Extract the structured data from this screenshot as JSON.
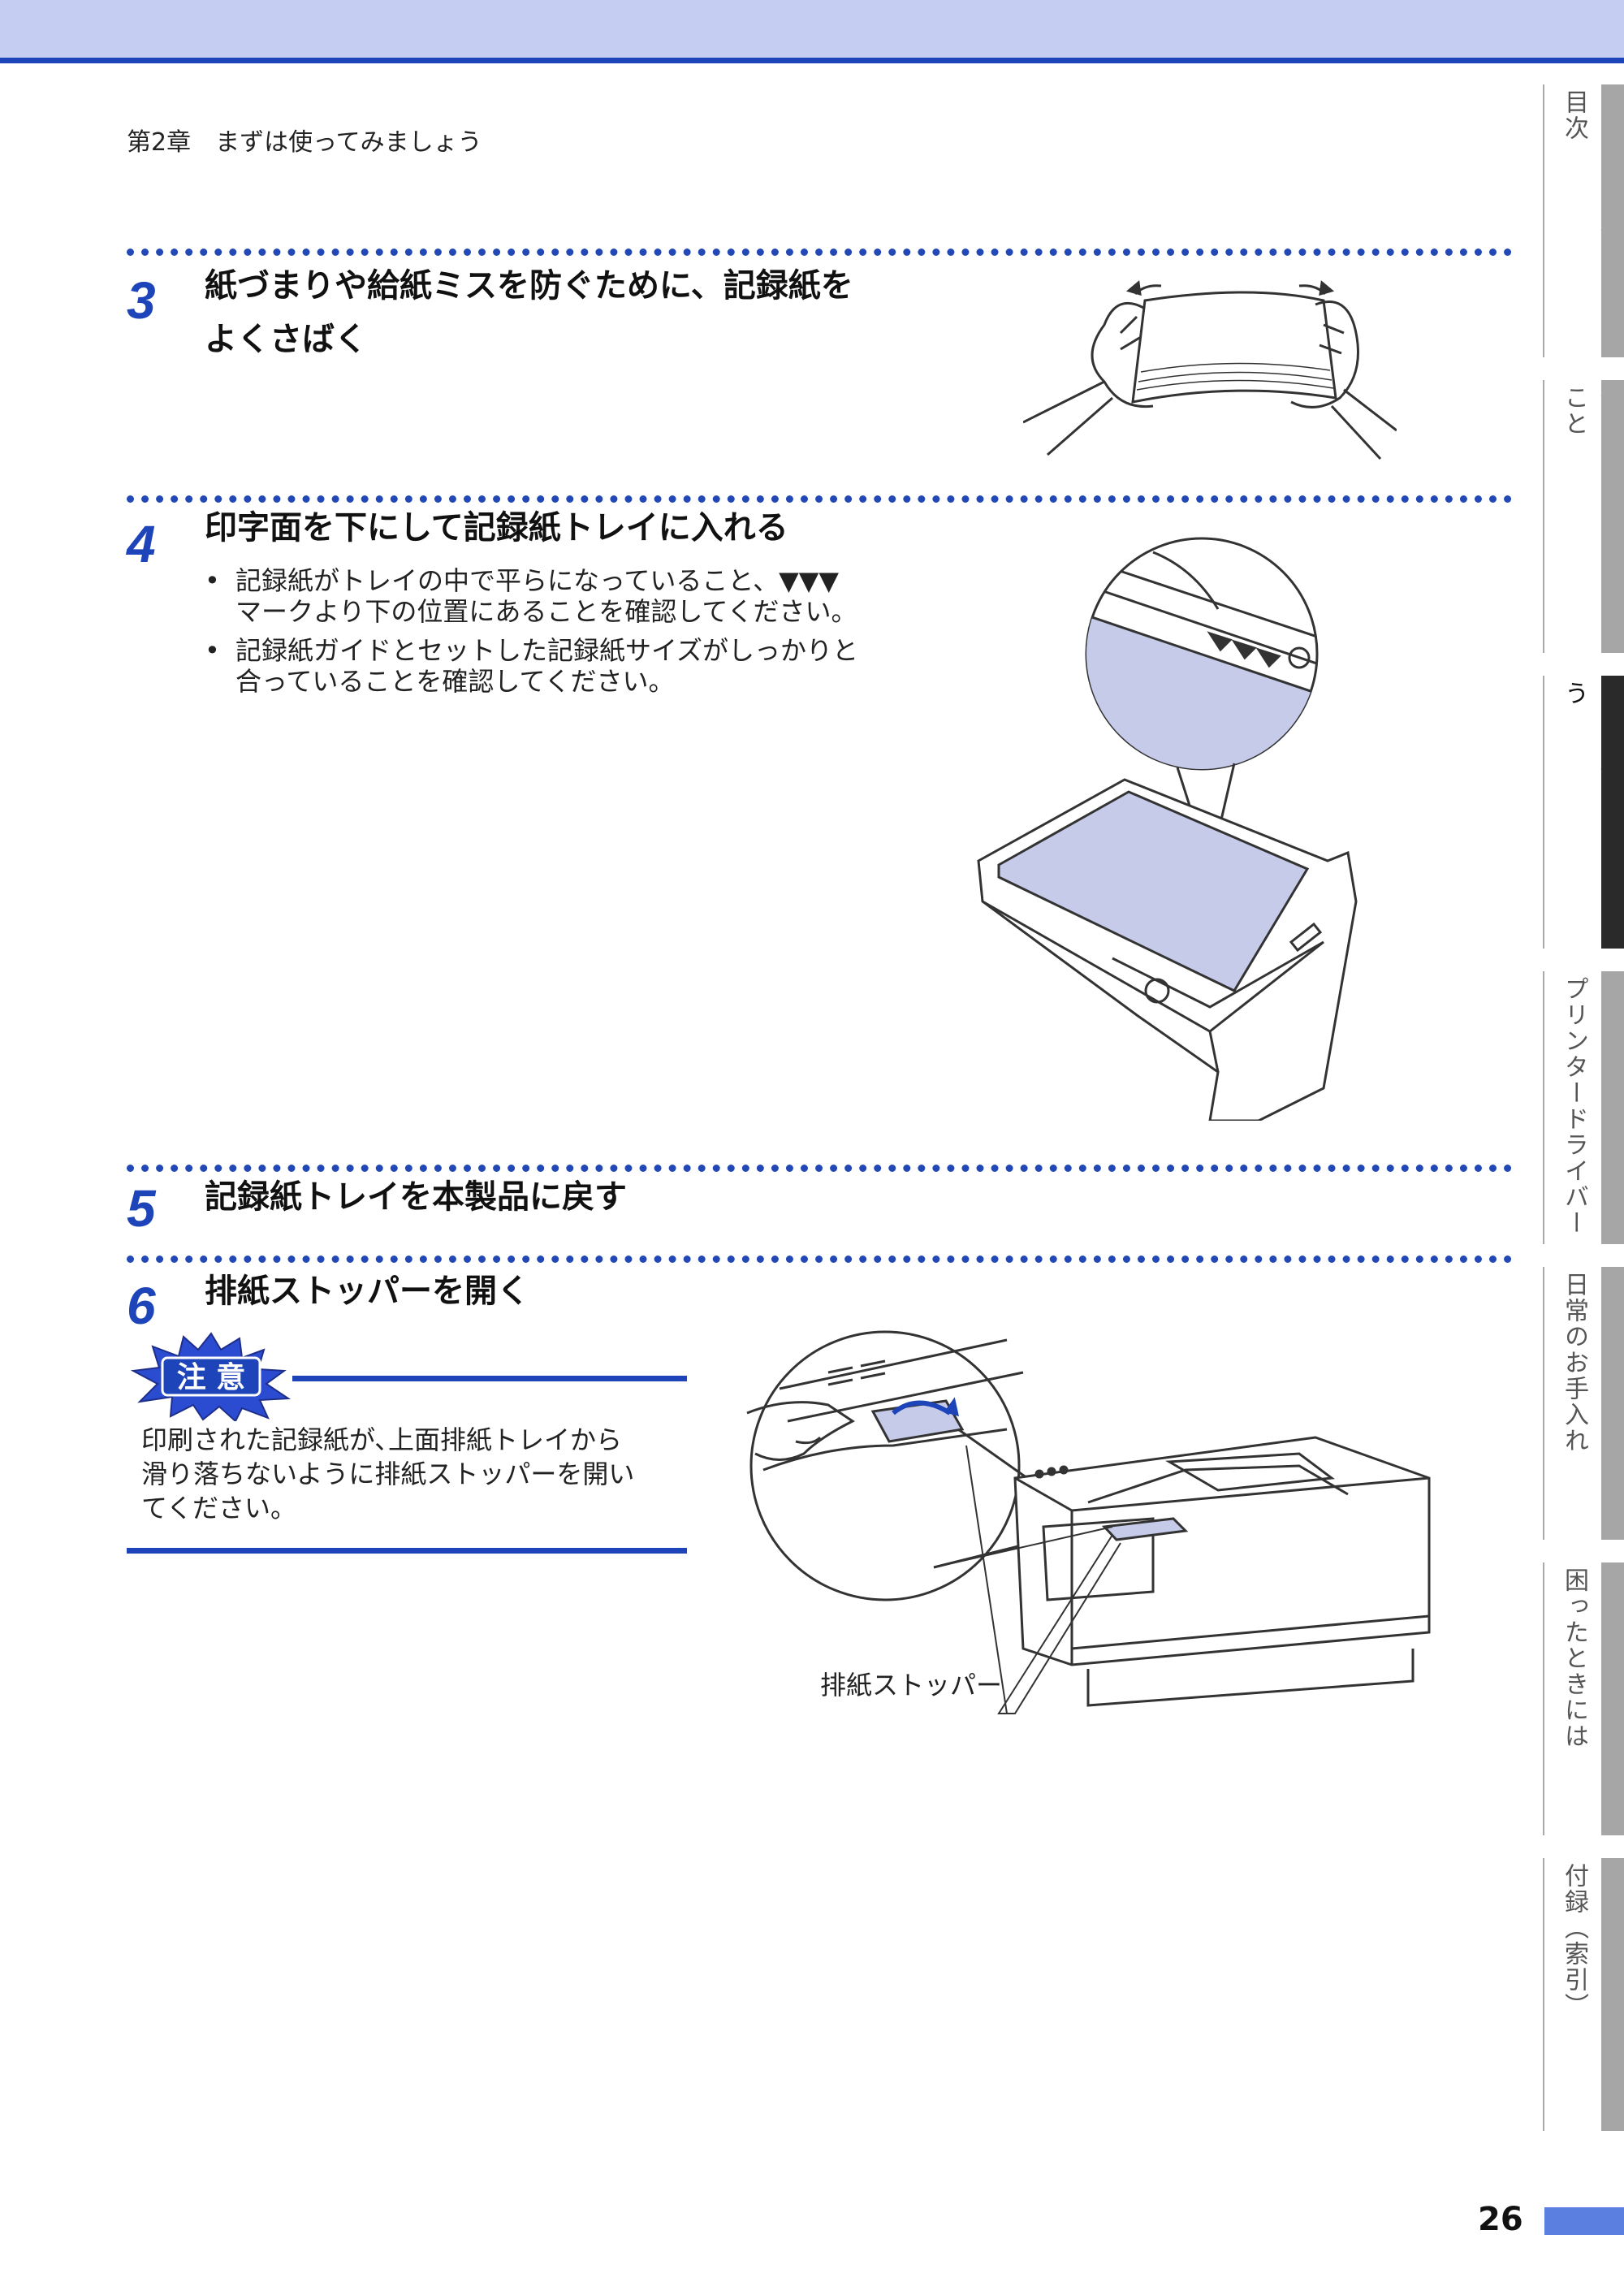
{
  "header": {
    "chapter": "第2章　まずは使ってみましょう"
  },
  "steps": [
    {
      "num": "3",
      "title_l1": "紙づまりや給紙ミスを防ぐために、記録紙を",
      "title_l2": "よくさばく"
    },
    {
      "num": "4",
      "title": "印字面を下にして記録紙トレイに入れる",
      "bullets": [
        {
          "l1": "記録紙がトレイの中で平らになっていること、▼▼▼",
          "l2": "マークより下の位置にあることを確認してください。"
        },
        {
          "l1": "記録紙ガイドとセットした記録紙サイズがしっかりと",
          "l2": "合っていることを確認してください。"
        }
      ]
    },
    {
      "num": "5",
      "title": "記録紙トレイを本製品に戻す"
    },
    {
      "num": "6",
      "title": "排紙ストッパーを開く"
    }
  ],
  "caution": {
    "badge": "注 意",
    "lines": [
      "印刷された記録紙が､上面排紙トレイから",
      "滑り落ちないように排紙ストッパーを開い",
      "てください。"
    ]
  },
  "figure_label": "排紙ストッパー",
  "tabs": [
    {
      "label": "本ガイドの使いかた・目次",
      "active": false
    },
    {
      "label": "使う前に知ってほしいこと",
      "active": false
    },
    {
      "label": "まずは使ってみましょう",
      "active": true
    },
    {
      "label": "プリンタードライバー",
      "active": false
    },
    {
      "label": "日常のお手入れ",
      "active": false
    },
    {
      "label": "困ったときには",
      "active": false
    },
    {
      "label": "付録（索引）",
      "active": false
    }
  ],
  "page_number": "26",
  "colors": {
    "accent": "#1d44b8",
    "band": "#c5cdf3",
    "paper": "#c6cbea",
    "tab_active": "#2a2a2a",
    "tab_inactive": "#a6a6a6"
  },
  "icons": [
    "caution-badge-icon",
    "hands-fanning-paper-illustration",
    "paper-tray-illustration",
    "printer-illustration"
  ]
}
